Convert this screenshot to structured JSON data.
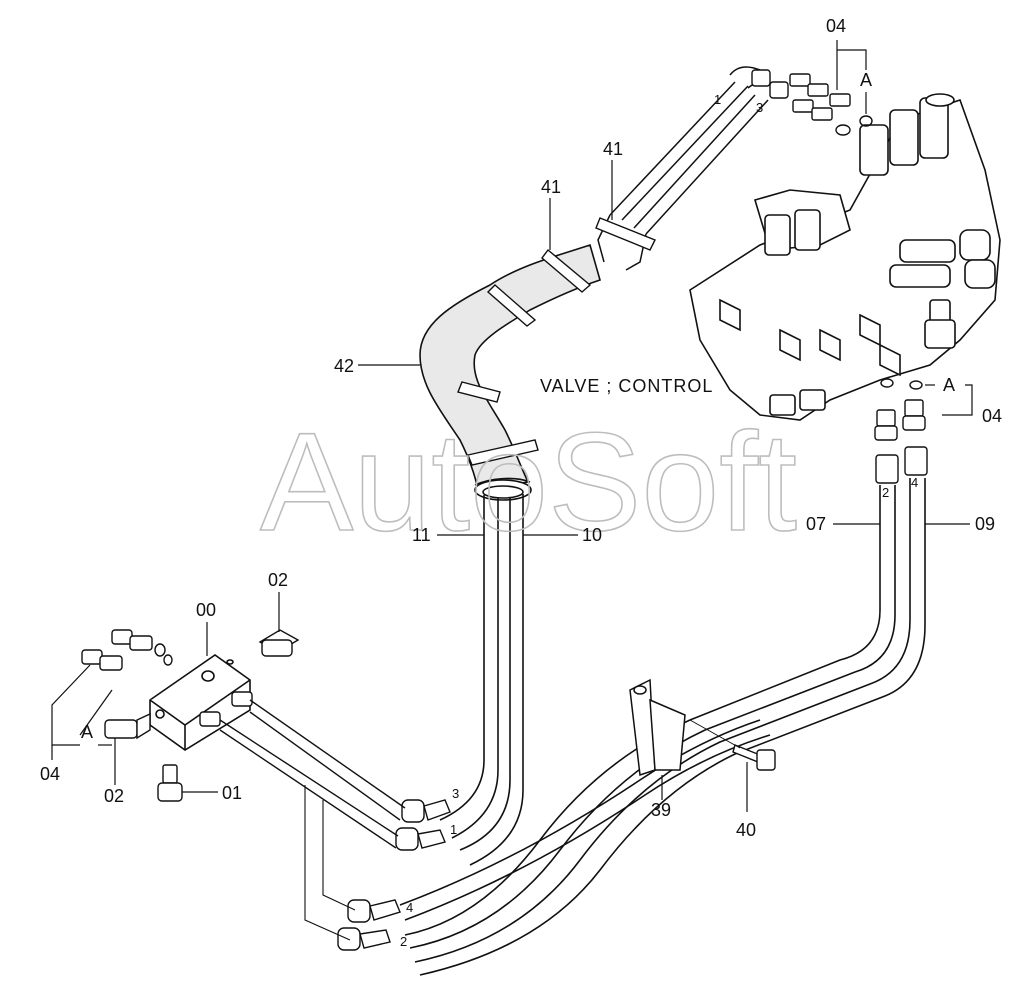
{
  "header_text": "ﾞ ﾞ ﾞ ﾞ ﾞ ﾞ ﾞ",
  "watermark": "AutoSoft",
  "valve_label": "VALVE ; CONTROL",
  "callouts": {
    "c04_top": "04",
    "cA_top": "A",
    "c41_a": "41",
    "c41_b": "41",
    "c42": "42",
    "c04_right": "04",
    "cA_right": "A",
    "c07": "07",
    "c09": "09",
    "c11": "11",
    "c10": "10",
    "c02_top": "02",
    "c00": "00",
    "cA_left": "A",
    "c04_left": "04",
    "c02_bottom": "02",
    "c01": "01",
    "c39": "39",
    "c40": "40"
  },
  "hose_marks": {
    "top_1": "1",
    "top_3": "3",
    "right_2": "2",
    "right_4": "4",
    "bot_3": "3",
    "bot_1": "1",
    "bot_4": "4",
    "bot_2": "2"
  },
  "colors": {
    "line": "#111111",
    "watermark": "#bdbdbd",
    "hose_fill": "#ffffff"
  }
}
